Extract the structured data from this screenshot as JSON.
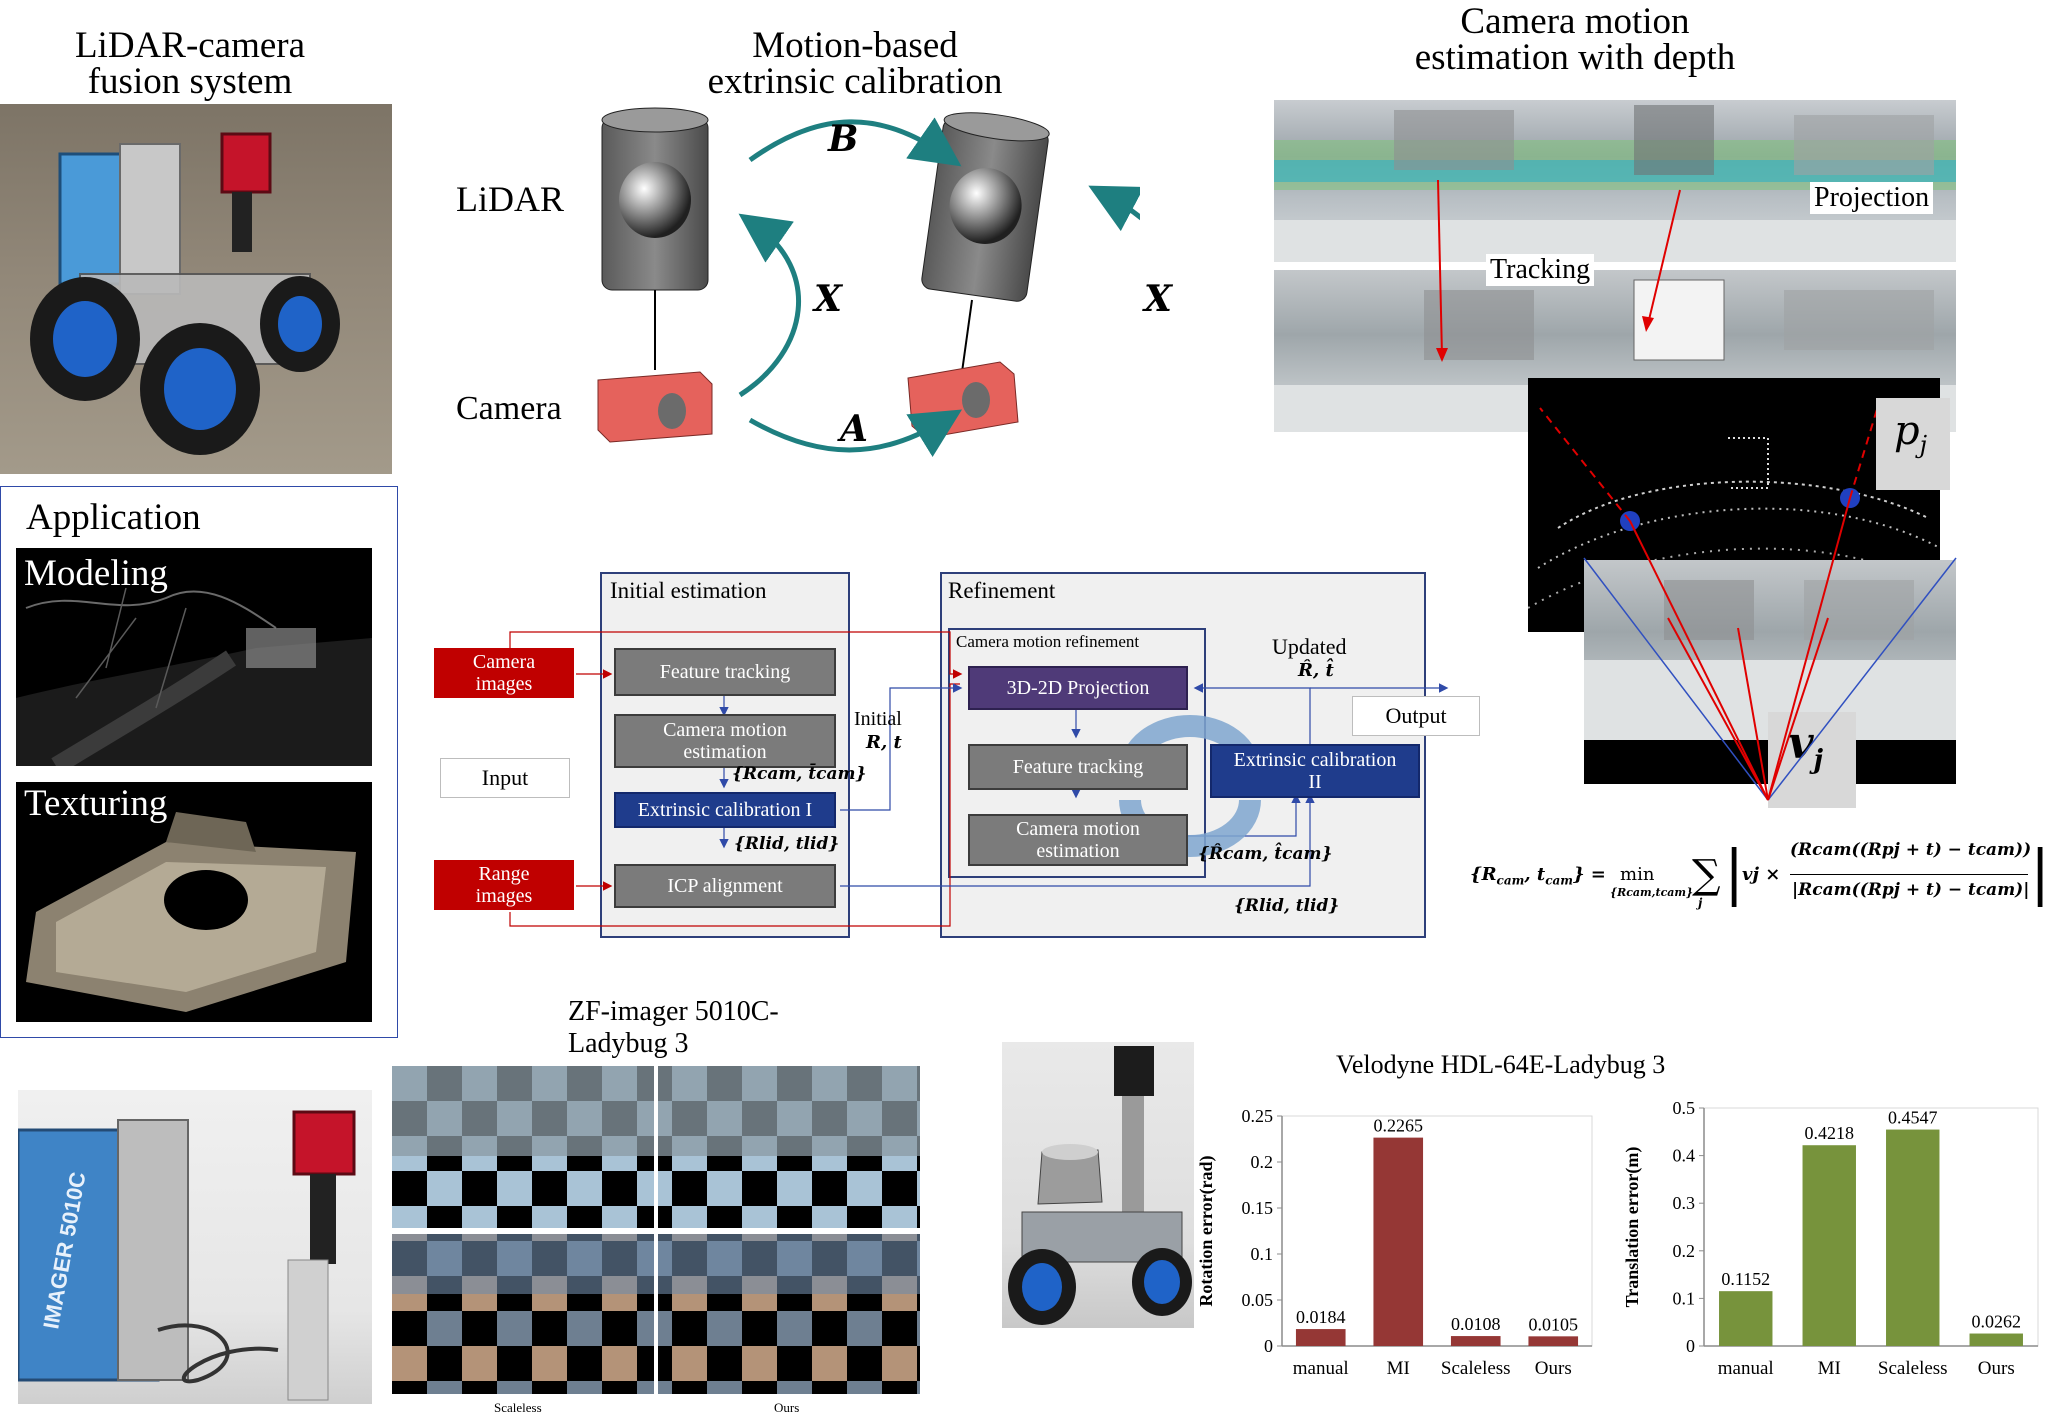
{
  "titles": {
    "fusion": "LiDAR-camera\nfusion system",
    "motion": "Motion-based\nextrinsic calibration",
    "camera_depth": "Camera motion\nestimation with depth",
    "application": "Application",
    "modeling": "Modeling",
    "texturing": "Texturing",
    "zf": "ZF-imager 5010C-\nLadybug 3",
    "velodyne": "Velodyne HDL-64E-Ladybug 3"
  },
  "calib_diagram": {
    "lidar": "LiDAR",
    "camera": "Camera",
    "A": "A",
    "B": "B",
    "X1": "X",
    "X2": "X",
    "arrow_color": "#1e7f80",
    "cube_color": "#e5625c"
  },
  "depth_panel": {
    "projection": "Projection",
    "tracking": "Tracking",
    "pj": "p",
    "pj_sub": "j",
    "vj": "v",
    "vj_sub": "j"
  },
  "flow": {
    "initial_estimation": "Initial estimation",
    "refinement": "Refinement",
    "camera_motion_refinement": "Camera motion refinement",
    "camera_images": "Camera\nimages",
    "range_images": "Range\nimages",
    "input": "Input",
    "output": "Output",
    "feature_tracking_1": "Feature tracking",
    "camera_motion_estimation_1": "Camera motion\nestimation",
    "extrinsic_calibration_1": "Extrinsic calibration I",
    "icp_alignment": "ICP alignment",
    "projection_3d2d": "3D-2D Projection",
    "feature_tracking_2": "Feature tracking",
    "camera_motion_estimation_2": "Camera motion\nestimation",
    "extrinsic_calibration_2": "Extrinsic calibration\nII",
    "initial": "Initial",
    "initial_rt": "R, t",
    "updated": "Updated",
    "updated_rt": "R̂, t̂",
    "rcam_tcam_bar": "{Rcam, t̄cam}",
    "rlid_tlid_1": "{Rlid, tlid}",
    "rcam_tcam_hat": "{R̂cam, t̂cam}",
    "rlid_tlid_2": "{Rlid, tlid}"
  },
  "formula": {
    "lhs": "{R",
    "lhs_sub1": "cam",
    "lhs_mid": ", t",
    "lhs_sub2": "cam",
    "lhs_end": "} =",
    "min": "min",
    "min_sub": "{Rcam,tcam}",
    "sum_sub": "j",
    "numerator": "(Rcam((Rpj + t) − tcam))",
    "denominator": "|Rcam((Rpj + t) − tcam)|",
    "vj_times": "vj ×"
  },
  "checker_captions": {
    "left": "Scaleless",
    "right": "Ours"
  },
  "colors": {
    "rot_bar": "#953735",
    "trans_bar": "#77933c",
    "red_box": "#c00000",
    "blue_box": "#1f3c8c"
  },
  "chart_data": [
    {
      "type": "bar",
      "categories": [
        "manual",
        "MI",
        "Scaleless",
        "Ours"
      ],
      "values": [
        0.0184,
        0.2265,
        0.0108,
        0.0105
      ],
      "data_labels": [
        "0.0184",
        "0.2265",
        "0.0108",
        "0.0105"
      ],
      "ylabel": "Rotation error(rad)",
      "ylim": [
        0,
        0.25
      ],
      "yticks": [
        "0",
        "0.05",
        "0.1",
        "0.15",
        "0.2",
        "0.25"
      ],
      "ytick_values": [
        0,
        0.05,
        0.1,
        0.15,
        0.2,
        0.25
      ],
      "grid": true
    },
    {
      "type": "bar",
      "categories": [
        "manual",
        "MI",
        "Scaleless",
        "Ours"
      ],
      "values": [
        0.1152,
        0.4218,
        0.4547,
        0.0262
      ],
      "data_labels": [
        "0.1152",
        "0.4218",
        "0.4547",
        "0.0262"
      ],
      "ylabel": "Translation error(m)",
      "ylim": [
        0,
        0.5
      ],
      "yticks": [
        "0",
        "0.1",
        "0.2",
        "0.3",
        "0.4",
        "0.5"
      ],
      "ytick_values": [
        0,
        0.1,
        0.2,
        0.3,
        0.4,
        0.5
      ],
      "grid": true
    }
  ]
}
